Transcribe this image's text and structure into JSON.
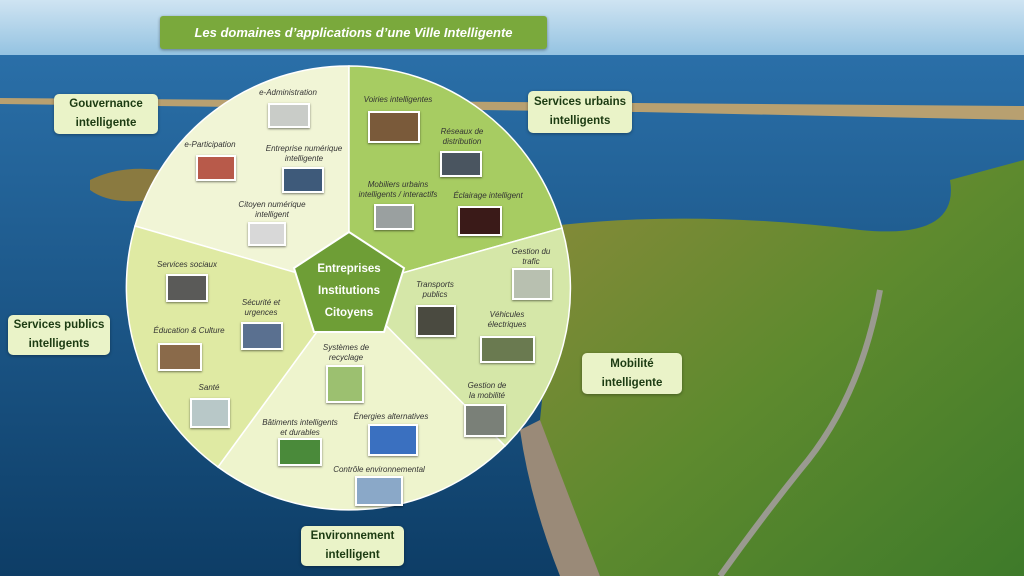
{
  "title": "Les domaines d’applications d’une Ville Intelligente",
  "center": [
    "Entreprises",
    "Institutions",
    "Citoyens"
  ],
  "domains": {
    "gouvernance": [
      "Gouvernance",
      "intelligente"
    ],
    "urbains": [
      "Services urbains",
      "intelligents"
    ],
    "publics": [
      "Services publics",
      "intelligents"
    ],
    "mobilite": [
      "Mobilité",
      "intelligente"
    ],
    "environnement": [
      "Environnement",
      "intelligent"
    ]
  },
  "items": [
    {
      "l1": "e-Administration",
      "l2": "",
      "color": "#c9ccc8"
    },
    {
      "l1": "e-Participation",
      "l2": "",
      "color": "#b85a4a"
    },
    {
      "l1": "Entreprise numérique",
      "l2": "intelligente",
      "color": "#3e5a7a"
    },
    {
      "l1": "Citoyen numérique",
      "l2": "intelligent",
      "color": "#d8d8d8"
    },
    {
      "l1": "Voiries intelligentes",
      "l2": "",
      "color": "#7a5a3a"
    },
    {
      "l1": "Réseaux de",
      "l2": "distribution",
      "color": "#4a5560"
    },
    {
      "l1": "Mobiliers urbains",
      "l2": "intelligents / interactifs",
      "color": "#9aa0a0"
    },
    {
      "l1": "Éclairage intelligent",
      "l2": "",
      "color": "#3a1a18"
    },
    {
      "l1": "Gestion du",
      "l2": "trafic",
      "color": "#b8c0b0"
    },
    {
      "l1": "Transports",
      "l2": "publics",
      "color": "#4a4a40"
    },
    {
      "l1": "Véhicules",
      "l2": "électriques",
      "color": "#6a7a50"
    },
    {
      "l1": "Gestion de",
      "l2": "la mobilité",
      "color": "#7a8078"
    },
    {
      "l1": "Systèmes de",
      "l2": "recyclage",
      "color": "#9cc070"
    },
    {
      "l1": "Énergies alternatives",
      "l2": "",
      "color": "#3a70c0"
    },
    {
      "l1": "Bâtiments intelligents",
      "l2": "et durables",
      "color": "#4a8a3a"
    },
    {
      "l1": "Contrôle environnemental",
      "l2": "",
      "color": "#8aa8c8"
    },
    {
      "l1": "Services sociaux",
      "l2": "",
      "color": "#5a5a58"
    },
    {
      "l1": "Sécurité et",
      "l2": "urgences",
      "color": "#5a7090"
    },
    {
      "l1": "Éducation & Culture",
      "l2": "",
      "color": "#8a6a4a"
    },
    {
      "l1": "Santé",
      "l2": "",
      "color": "#b8c8c8"
    }
  ]
}
